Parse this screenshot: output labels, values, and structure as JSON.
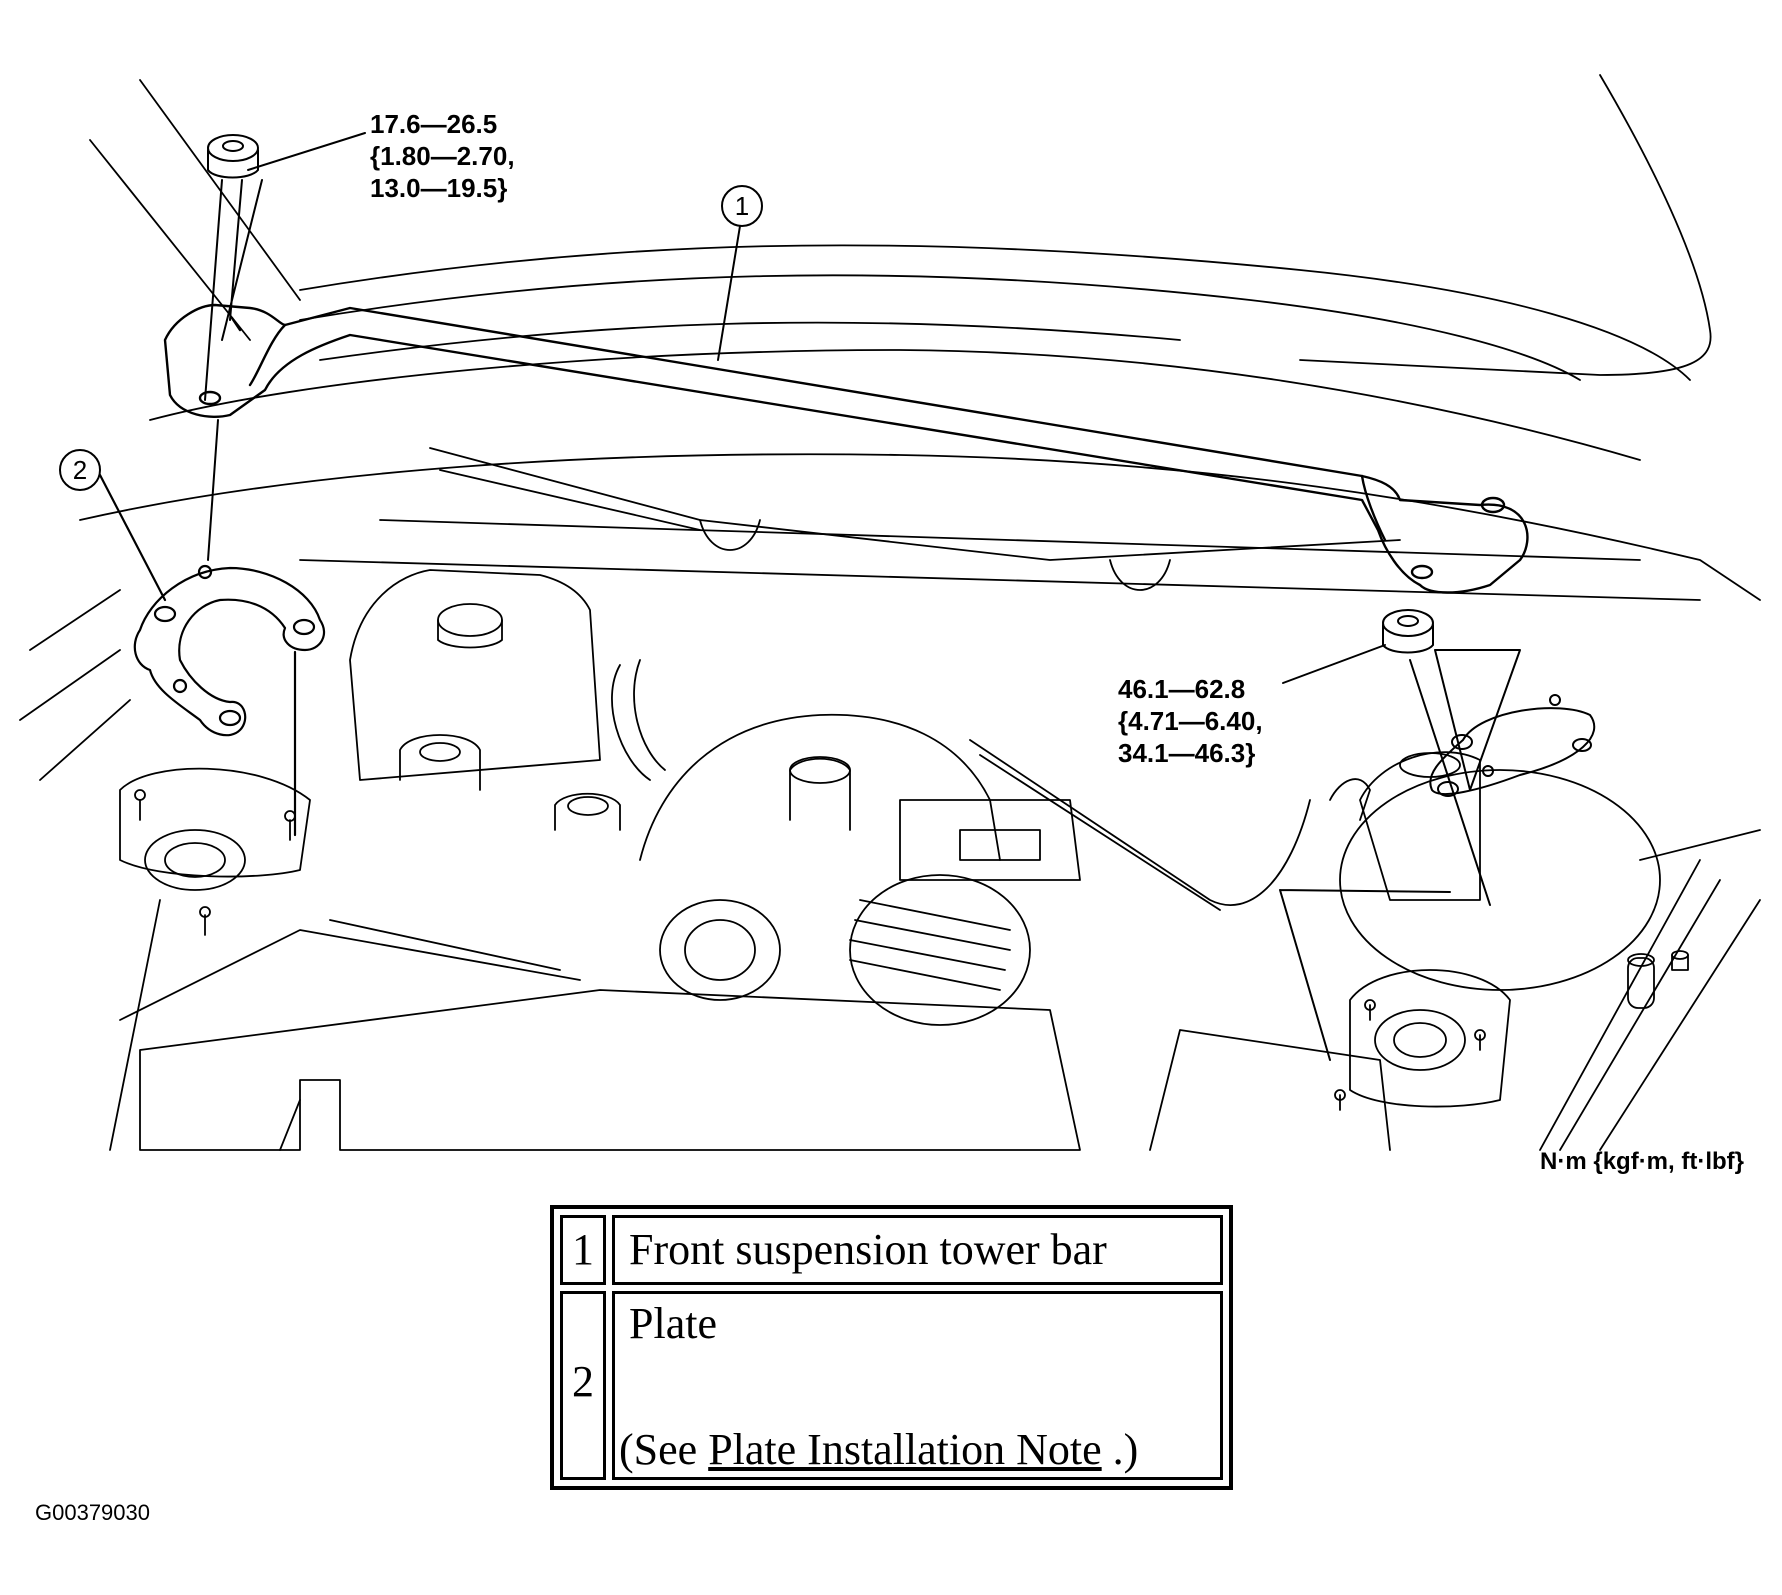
{
  "torque_specs": {
    "left_nut": [
      "17.6—26.5",
      "{1.80—2.70,",
      "13.0—19.5}"
    ],
    "right_nut": [
      "46.1—62.8",
      "{4.71—6.40,",
      "34.1—46.3}"
    ]
  },
  "unit_label": "N·m {kgf·m, ft·lbf}",
  "figure_id": "G00379030",
  "callouts": [
    "1",
    "2"
  ],
  "parts": [
    {
      "num": "1",
      "name": "Front suspension tower bar"
    },
    {
      "num": "2",
      "name": "Plate",
      "note_prefix": "(See ",
      "note_link": "Plate Installation Note",
      "note_suffix": " .)"
    }
  ]
}
